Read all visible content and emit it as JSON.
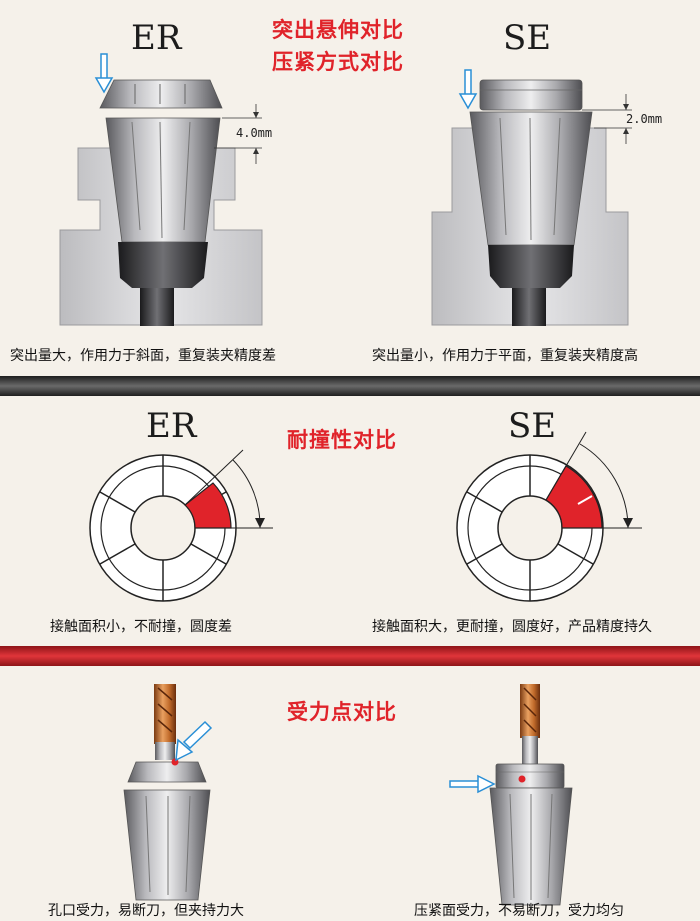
{
  "section1": {
    "title_line1": "突出悬伸对比",
    "title_line2": "压紧方式对比",
    "left": {
      "brand": "ER",
      "dimension": "4.0mm",
      "caption": "突出量大，作用力于斜面，重复装夹精度差"
    },
    "right": {
      "brand": "SE",
      "dimension": "2.0mm",
      "caption": "突出量小，作用力于平面，重复装夹精度高"
    }
  },
  "section2": {
    "title": "耐撞性对比",
    "left": {
      "brand": "ER",
      "caption": "接触面积小，不耐撞，圆度差"
    },
    "right": {
      "brand": "SE",
      "caption": "接触面积大，更耐撞，圆度好，产品精度持久"
    }
  },
  "section3": {
    "title": "受力点对比",
    "left": {
      "caption": "孔口受力，易断刀，但夹持力大"
    },
    "right": {
      "caption": "压紧面受力，不易断刀，受力均匀"
    }
  },
  "colors": {
    "accent": "#e0232a",
    "divider_dark": "#3a3a3a",
    "divider_red": "#c8202a",
    "arrow": "#2a8fd6"
  }
}
